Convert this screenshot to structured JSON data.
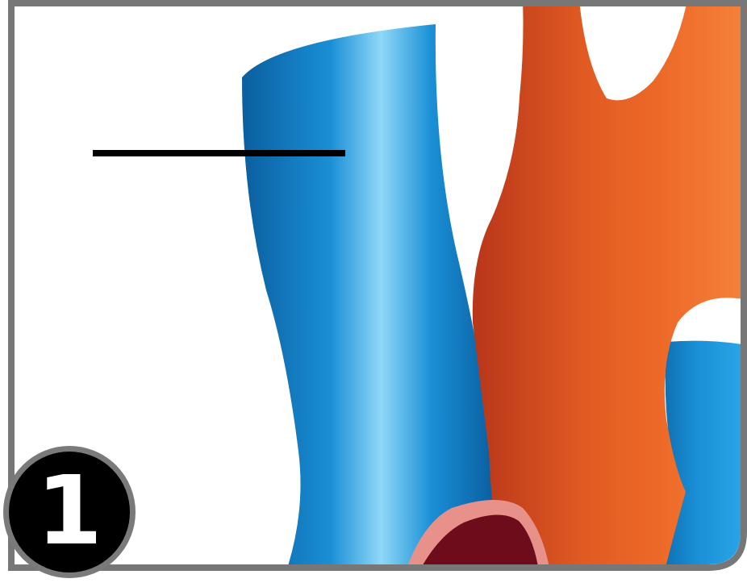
{
  "colors": {
    "frame": "#777777",
    "vein": "#1a8fd6",
    "vein_highlight": "#8fd8f8",
    "vein_shadow": "#0a5e9e",
    "artery": "#e05a22",
    "artery_highlight": "#f5823a",
    "artery_shadow": "#b8361a",
    "heart_rim": "#e8908a",
    "heart_inner": "#6e0c1c",
    "leader_line": "#000000",
    "badge_bg": "#000000",
    "badge_ring": "#7a7a7a",
    "badge_text": "#ffffff"
  },
  "badge": {
    "number": "1"
  },
  "structures": [
    "vein",
    "artery",
    "heart",
    "leader-line"
  ]
}
